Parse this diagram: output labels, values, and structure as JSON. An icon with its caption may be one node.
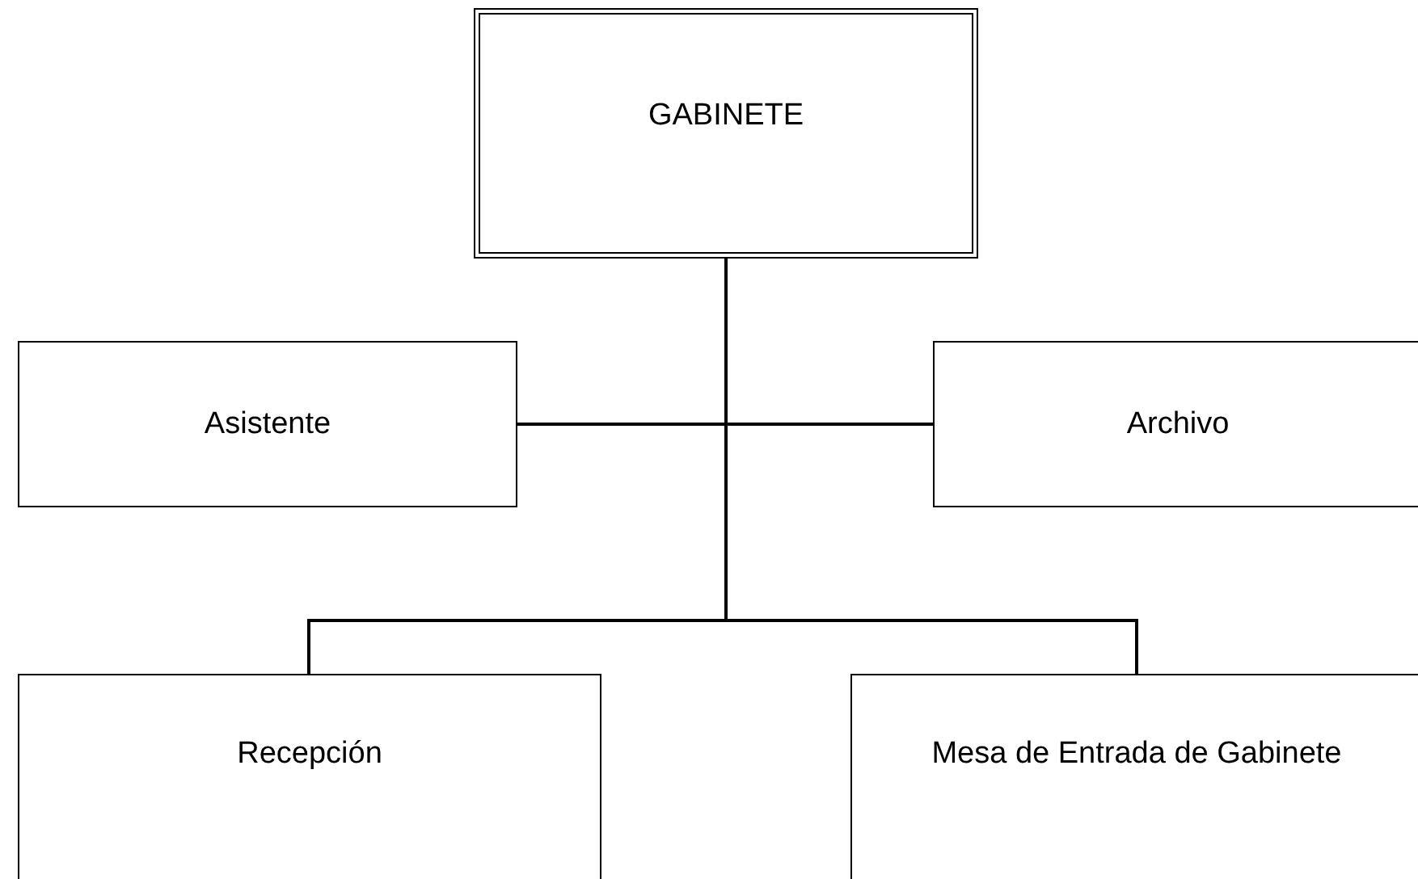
{
  "diagram": {
    "nodes": [
      {
        "text": [
          "GABINETE"
        ]
      },
      {
        "text": [
          "Asistente"
        ]
      },
      {
        "text": [
          "Archivo"
        ]
      },
      {
        "text": [
          "Recepción"
        ]
      },
      {
        "text": [
          "Mesa de Entrada de Gabinete"
        ]
      }
    ],
    "edges": [
      {
        "from": 0,
        "to": 1,
        "arrow": "none"
      },
      {
        "from": 0,
        "to": 2,
        "arrow": "none"
      },
      {
        "from": 0,
        "to": 3,
        "arrow": "none"
      },
      {
        "from": 0,
        "to": 4,
        "arrow": "none"
      }
    ]
  }
}
